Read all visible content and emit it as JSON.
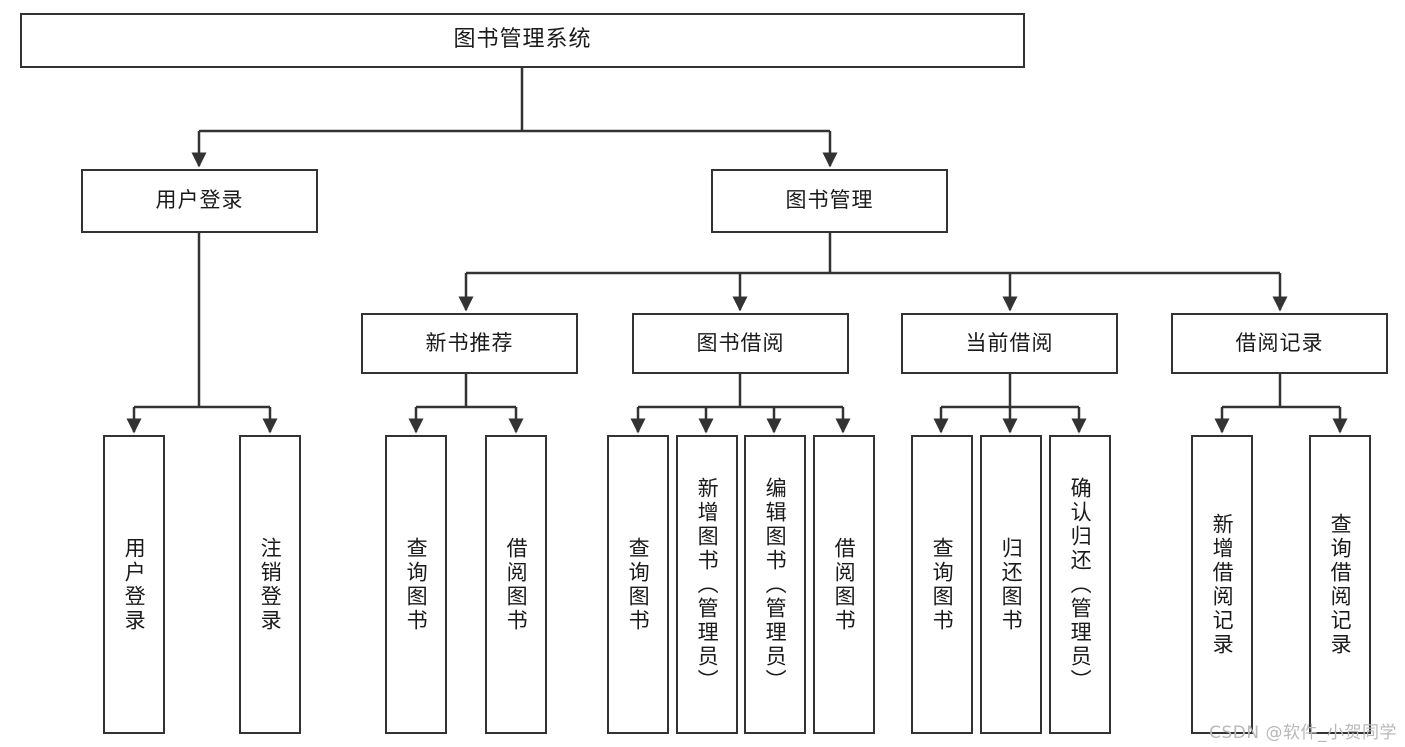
{
  "diagram": {
    "title": "图书管理系统",
    "type": "tree-hierarchy",
    "stroke_color": "#333333",
    "fill_color": "#ffffff",
    "text_color": "#1a1a1a"
  },
  "root": {
    "label": "图书管理系统"
  },
  "level2": [
    {
      "label": "用户登录"
    },
    {
      "label": "图书管理"
    }
  ],
  "level3": [
    {
      "label": "新书推荐"
    },
    {
      "label": "图书借阅"
    },
    {
      "label": "当前借阅"
    },
    {
      "label": "借阅记录"
    }
  ],
  "leaves": {
    "user_login": [
      {
        "label": "用户登录"
      },
      {
        "label": "注销登录"
      }
    ],
    "new_book_recommend": [
      {
        "label": "查询图书"
      },
      {
        "label": "借阅图书"
      }
    ],
    "book_borrow": [
      {
        "label": "查询图书"
      },
      {
        "label": "新增图书（管理员）"
      },
      {
        "label": "编辑图书（管理员）"
      },
      {
        "label": "借阅图书"
      }
    ],
    "current_borrow": [
      {
        "label": "查询图书"
      },
      {
        "label": "归还图书"
      },
      {
        "label": "确认归还（管理员）"
      }
    ],
    "borrow_record": [
      {
        "label": "新增借阅记录"
      },
      {
        "label": "查询借阅记录"
      }
    ]
  },
  "watermark": {
    "text": "CSDN @软件_小贺同学"
  }
}
